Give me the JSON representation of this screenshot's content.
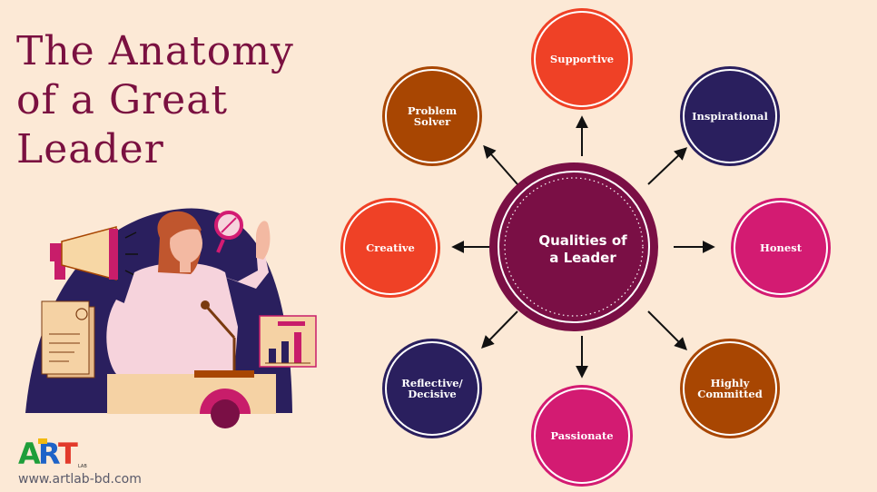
{
  "title": {
    "line1": "The Anatomy",
    "line2": "of a Great",
    "line3": "Leader"
  },
  "center": {
    "line1": "Qualities of",
    "line2": "a Leader",
    "color": "#7a0f45"
  },
  "nodes": [
    {
      "name": "supportive",
      "lines": [
        "Supportive"
      ],
      "color": "#ef4126"
    },
    {
      "name": "inspirational",
      "lines": [
        "Inspirational"
      ],
      "color": "#2a1f5e"
    },
    {
      "name": "honest",
      "lines": [
        "Honest"
      ],
      "color": "#d31b72"
    },
    {
      "name": "highly-committed",
      "lines": [
        "Highly",
        "Committed"
      ],
      "color": "#a84602"
    },
    {
      "name": "passionate",
      "lines": [
        "Passionate"
      ],
      "color": "#d31b72"
    },
    {
      "name": "reflective-decisive",
      "lines": [
        "Reflective/",
        "Decisive"
      ],
      "color": "#2a1f5e"
    },
    {
      "name": "creative",
      "lines": [
        "Creative"
      ],
      "color": "#ef4126"
    },
    {
      "name": "problem-solver",
      "lines": [
        "Problem",
        "Solver"
      ],
      "color": "#a84602"
    }
  ],
  "logo_text": "ART",
  "logo_sub": "LAB",
  "url": "www.artlab-bd.com"
}
